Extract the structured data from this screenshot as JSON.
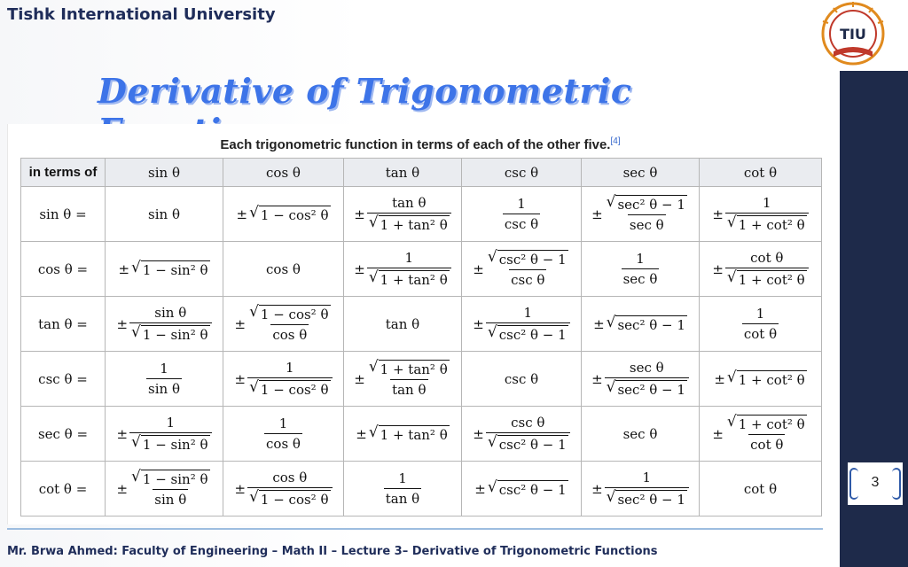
{
  "header": {
    "university": "Tishk International University",
    "title": "Derivative of Trigonometric Functions",
    "logo_text": "TIU"
  },
  "panel": {
    "caption": "Each trigonometric function in terms of each of the other five.",
    "caption_ref": "[4]",
    "corner_label": "in terms of",
    "columns": [
      "sin θ",
      "cos θ",
      "tan θ",
      "csc θ",
      "sec θ",
      "cot θ"
    ],
    "rows": [
      {
        "label": "sin θ ="
      },
      {
        "label": "cos θ ="
      },
      {
        "label": "tan θ ="
      },
      {
        "label": "csc θ ="
      },
      {
        "label": "sec θ ="
      },
      {
        "label": "cot θ ="
      }
    ],
    "plain": {
      "sin": "sin θ",
      "cos": "cos θ",
      "tan": "tan θ",
      "csc": "csc θ",
      "sec": "sec θ",
      "cot": "cot θ"
    },
    "expr": {
      "pm": "±",
      "one": "1",
      "one_minus_cos2": "1 − cos² θ",
      "one_minus_sin2": "1 − sin² θ",
      "one_plus_tan2": "1 + tan² θ",
      "one_plus_cot2": "1 + cot² θ",
      "sec2_minus_1": "sec² θ − 1",
      "csc2_minus_1": "csc² θ − 1"
    }
  },
  "footer": {
    "text": "Mr. Brwa Ahmed: Faculty of Engineering – Math II – Lecture 3– Derivative of Trigonometric Functions",
    "page_number": "3"
  },
  "colors": {
    "navy": "#1e2a4a",
    "title_blue": "#3d74e8",
    "header_text": "#1f2d5a"
  }
}
